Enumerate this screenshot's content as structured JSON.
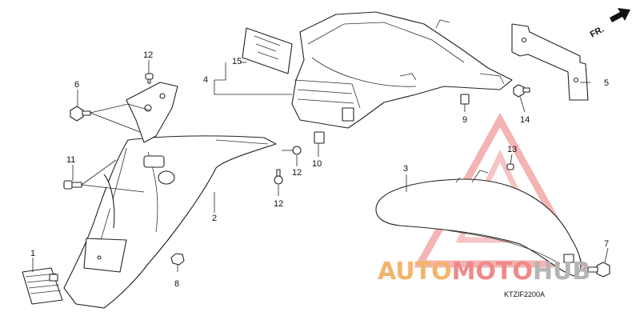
{
  "diagram_code": "KTZIF2200A",
  "direction_label": "FR.",
  "callouts": {
    "c1": "1",
    "c2": "2",
    "c3": "3",
    "c4": "4",
    "c5": "5",
    "c6": "6",
    "c7": "7",
    "c8": "8",
    "c9": "9",
    "c10": "10",
    "c11": "11",
    "c12a": "12",
    "c12b": "12",
    "c12c": "12",
    "c13": "13",
    "c14": "14",
    "c15": "15"
  },
  "watermark": {
    "part1": "AUTO",
    "part2": "MOTO",
    "part3": "HUB",
    "color_orange": "#f3b46b",
    "color_red": "#ee8a8a",
    "color_grey": "#b5b5b5"
  }
}
